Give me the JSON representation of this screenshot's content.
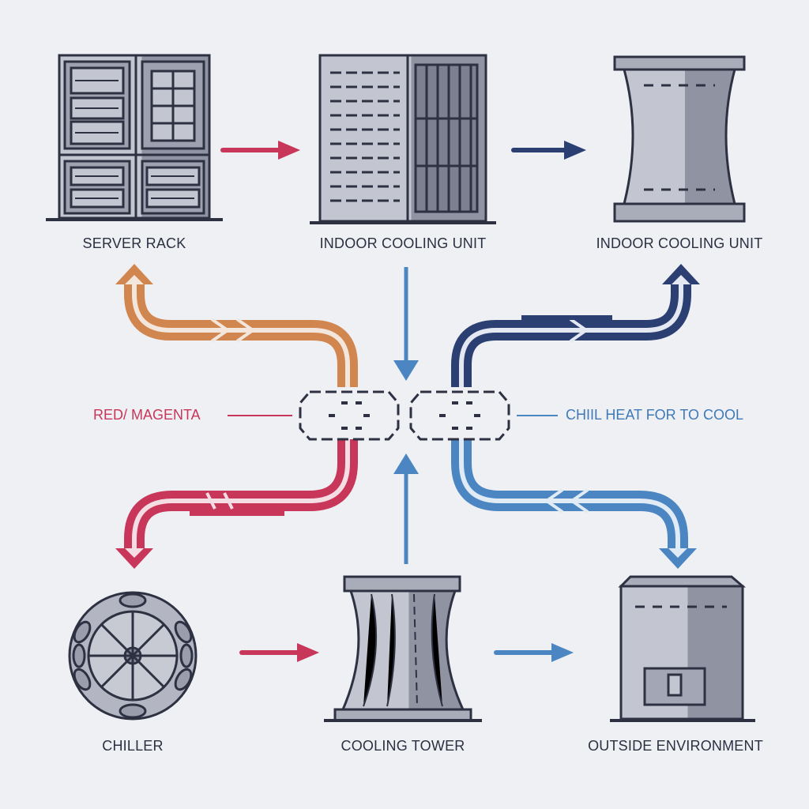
{
  "labels": {
    "server_rack": "SERVER RACK",
    "indoor_cooling_unit_1": "INDOOR COOLING UNIT",
    "indoor_cooling_unit_2": "INDOOR COOLING UNIT",
    "chiller": "CHILLER",
    "cooling_tower": "COOLING TOWER",
    "outside_environment": "OUTSIDE ENVIRONMENT"
  },
  "annotations": {
    "left": "RED/ MAGENTA",
    "right": "CHIIL HEAT FOR TO COOL"
  },
  "colors": {
    "background": "#eef0f4",
    "outline": "#2e3142",
    "equipment_light": "#b7bac6",
    "equipment_dark": "#8a8d9c",
    "hot_red": "#c8365a",
    "warm_orange": "#d2864f",
    "cool_navy": "#2b3f73",
    "cool_blue": "#4b86c2"
  },
  "icons": [
    "server-rack-icon",
    "indoor-cooling-unit-icon",
    "cooling-tower-icon",
    "chiller-fan-icon",
    "outdoor-unit-icon",
    "heat-exchanger-icon"
  ]
}
